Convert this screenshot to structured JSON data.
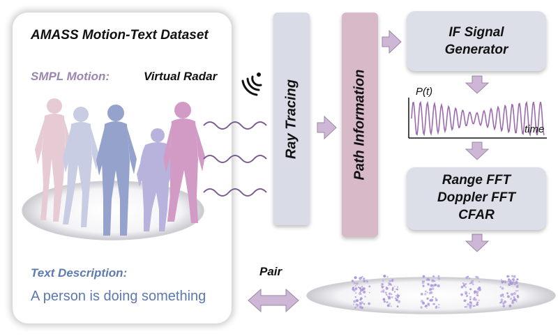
{
  "left_panel": {
    "title": "AMASS Motion-Text Dataset",
    "smpl_label": "SMPL Motion:",
    "radar_label": "Virtual Radar",
    "text_label": "Text Description:",
    "text_description": "A person is doing something"
  },
  "pipeline": {
    "ray_tracing": "Ray Tracing",
    "path_information": "Path Information",
    "if_line1": "IF Signal",
    "if_line2": "Generator",
    "fft_line1": "Range FFT",
    "fft_line2": "Doppler FFT",
    "fft_line3": "CFAR",
    "signal_ylabel": "P(t)",
    "signal_xlabel": "time",
    "pair_label": "Pair"
  },
  "colors": {
    "arrow_fill": "#cdb6d6",
    "signal_line": "#9b6aae",
    "figures": [
      "#e7cbd4",
      "#c9cde3",
      "#94a2cc",
      "#b7b3dc",
      "#d29bc6"
    ]
  }
}
